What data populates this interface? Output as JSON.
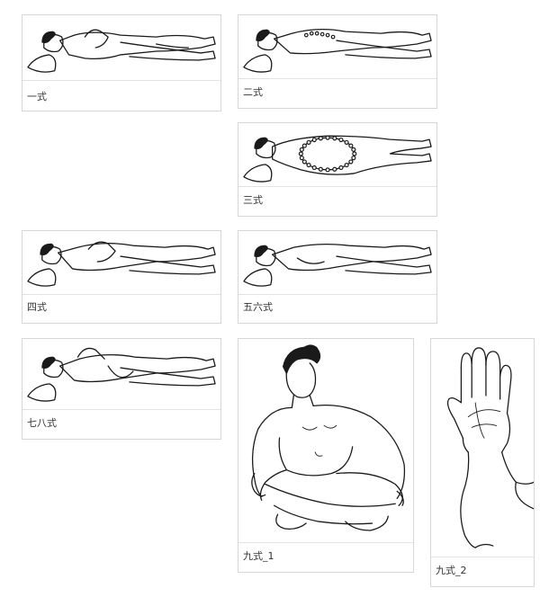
{
  "figures": [
    {
      "id": "fig1",
      "caption": "一式"
    },
    {
      "id": "fig2",
      "caption": "二式"
    },
    {
      "id": "fig3",
      "caption": "三式"
    },
    {
      "id": "fig4",
      "caption": "四式"
    },
    {
      "id": "fig5",
      "caption": "五六式"
    },
    {
      "id": "fig6",
      "caption": "七八式"
    },
    {
      "id": "fig7",
      "caption": "九式_1"
    },
    {
      "id": "fig8",
      "caption": "九式_2"
    }
  ]
}
